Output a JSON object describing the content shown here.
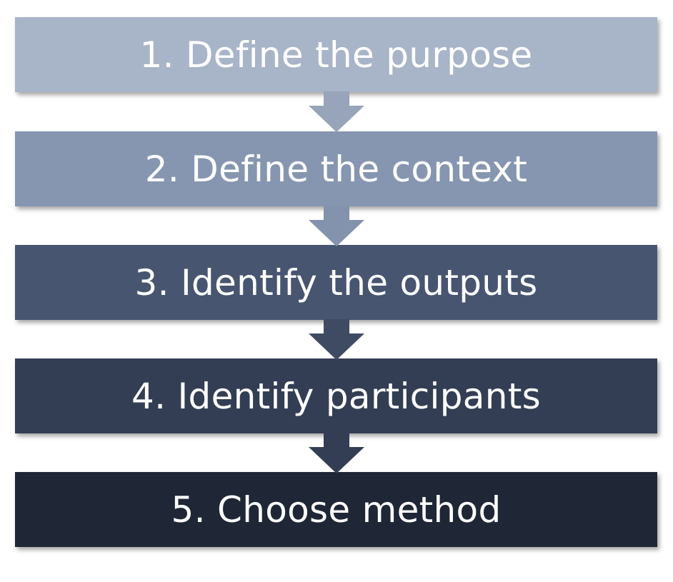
{
  "steps": [
    {
      "label": "1. Define the purpose",
      "color": "#a8b4c8"
    },
    {
      "label": "2. Define the context",
      "color": "#8696b0"
    },
    {
      "label": "3. Identify the outputs",
      "color": "#475570"
    },
    {
      "label": "4. Identify participants",
      "color": "#333e54"
    },
    {
      "label": "5. Choose method",
      "color": "#1f2635"
    }
  ],
  "arrows": [
    {
      "color": "#97a4ba"
    },
    {
      "color": "#8393ad"
    },
    {
      "color": "#3f4b63"
    },
    {
      "color": "#333e54"
    }
  ],
  "icons": {
    "connector": "down-arrow-icon"
  }
}
